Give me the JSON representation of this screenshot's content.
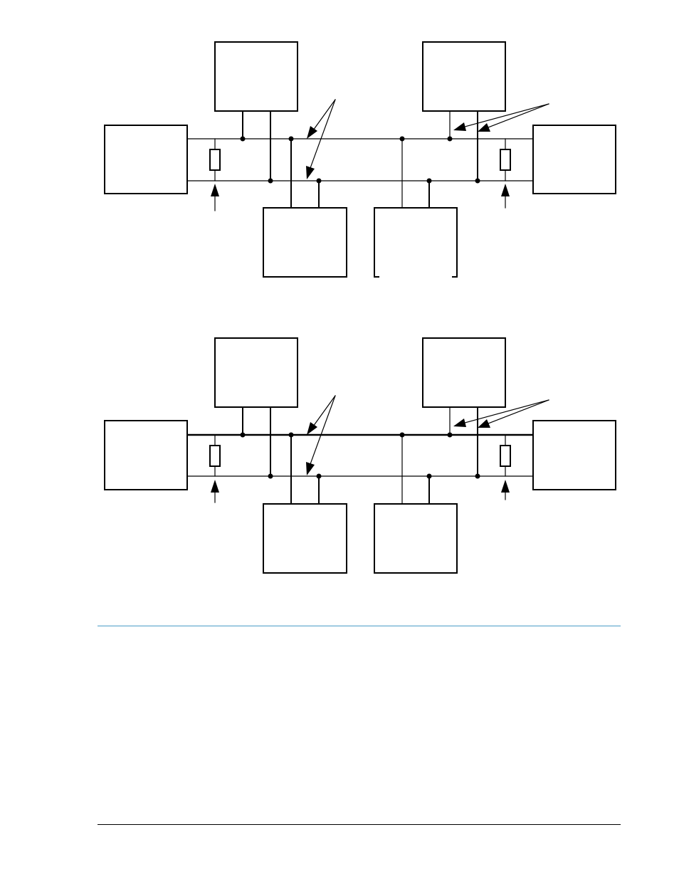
{
  "diagrams": [
    {
      "id": "top",
      "name": "bus-network-diagram-top"
    },
    {
      "id": "bottom",
      "name": "bus-network-diagram-bottom"
    }
  ],
  "colors": {
    "line": "#000000",
    "rule_accent": "#4a9cc7",
    "background": "#ffffff"
  }
}
